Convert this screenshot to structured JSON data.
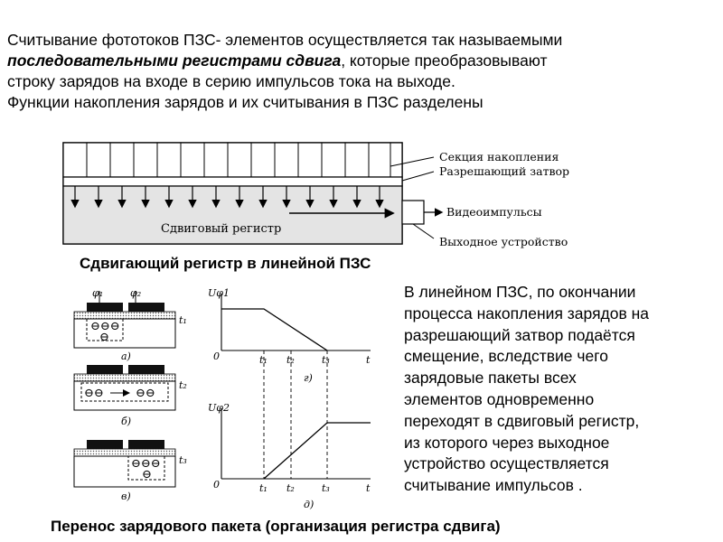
{
  "intro": {
    "line1": "Считывание фототоков ПЗС- элементов осуществляется так называемыми",
    "line2_bold_italic": "последовательными регистрами сдвига",
    "line2_rest": ", которые преобразовывают",
    "line3": "строку зарядов на входе в серию импульсов  тока на выходе.",
    "line4": "Функции накопления зарядов и их считывания в ПЗС разделены"
  },
  "figure1": {
    "label_storage": "Секция накопления",
    "label_gate": "Разрешающий затвор",
    "label_video": "Видеоимпульсы",
    "label_output": "Выходное устройство",
    "label_register": "Сдвиговый регистр"
  },
  "caption1": "Сдвигающий регистр в линейной ПЗС",
  "figure2": {
    "phi1": "φ₁",
    "phi2": "φ₂",
    "t1": "t₁",
    "t2": "t₂",
    "t3": "t₃",
    "charge_a": "⊖⊖⊖",
    "charge_a2": "⊖",
    "charge_b_left": "⊖⊖",
    "charge_b_right": "⊖⊖",
    "charge_c": "⊖⊖⊖",
    "charge_c2": "⊖",
    "sub_a": "а)",
    "sub_b": "б)",
    "sub_c": "в)",
    "sub_g": "г)",
    "sub_d": "д)",
    "axis_u1": "Uφ1",
    "axis_u2": "Uφ2",
    "axis_t": "t",
    "zero": "0"
  },
  "side_text": {
    "lines": [
      "В линейном ПЗС, по окончании",
      "процесса накопления зарядов на",
      "разрешающий затвор подаётся",
      "смещение, вследствие чего",
      "зарядовые пакеты всех",
      "элементов одновременно",
      "переходят в сдвиговый регистр,",
      "из которого через выходное",
      "устройство осуществляется",
      "считывание импульсов ."
    ]
  },
  "caption2": "Перенос зарядового пакета (организация регистра сдвига)"
}
